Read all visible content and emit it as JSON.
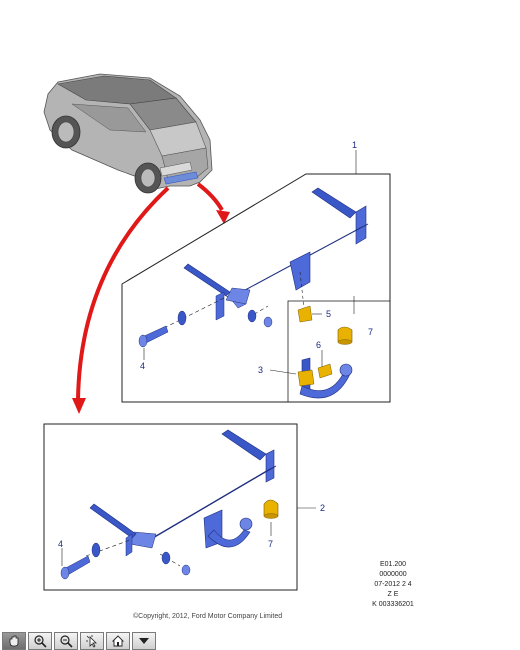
{
  "callouts": {
    "c1": "1",
    "c2": "2",
    "c3": "3",
    "c4_top": "4",
    "c5": "5",
    "c6": "6",
    "c7_top": "7",
    "c4_bottom": "4",
    "c7_bottom": "7"
  },
  "reference": {
    "line1": "E01.200",
    "line2": "0000000",
    "line3": "07-2012 2 4",
    "line4": "Z E",
    "line5": "K 003336201"
  },
  "copyright": "©Copyright, 2012, Ford Motor Company Limited",
  "toolbar": [
    {
      "name": "pan-tool-button",
      "icon": "hand-icon"
    },
    {
      "name": "zoom-in-button",
      "icon": "zoom-in-icon"
    },
    {
      "name": "zoom-out-button",
      "icon": "zoom-out-icon"
    },
    {
      "name": "select-hotspot-button",
      "icon": "cursor-icon"
    },
    {
      "name": "home-button",
      "icon": "home-icon"
    },
    {
      "name": "menu-dropdown-button",
      "icon": "triangle-down-icon"
    }
  ],
  "colors": {
    "part_blue": "#3a57c8",
    "part_blue_light": "#6d86e6",
    "part_yellow": "#e9b200",
    "arrow_red": "#e01818",
    "callout_text": "#1a2a80",
    "vehicle_gray": "#9a9a9a"
  }
}
